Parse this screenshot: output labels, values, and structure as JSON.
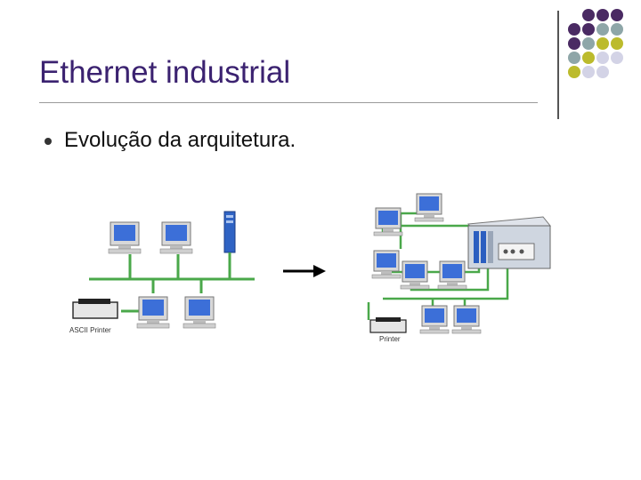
{
  "slide": {
    "title": "Ethernet industrial",
    "bullet": "Evolução da arquitetura."
  },
  "diagram_left": {
    "printer_label": "ASCII Printer"
  },
  "diagram_right": {
    "printer_label": "Printer"
  },
  "colors": {
    "title": "#3b2270",
    "network_line": "#4aa84a",
    "monitor_screen": "#3c6fd8",
    "dot_purple": "#4a2a63",
    "dot_teal": "#8ea6a8",
    "dot_olive": "#bcbb2c",
    "dot_lavender": "#d3d3e6"
  }
}
